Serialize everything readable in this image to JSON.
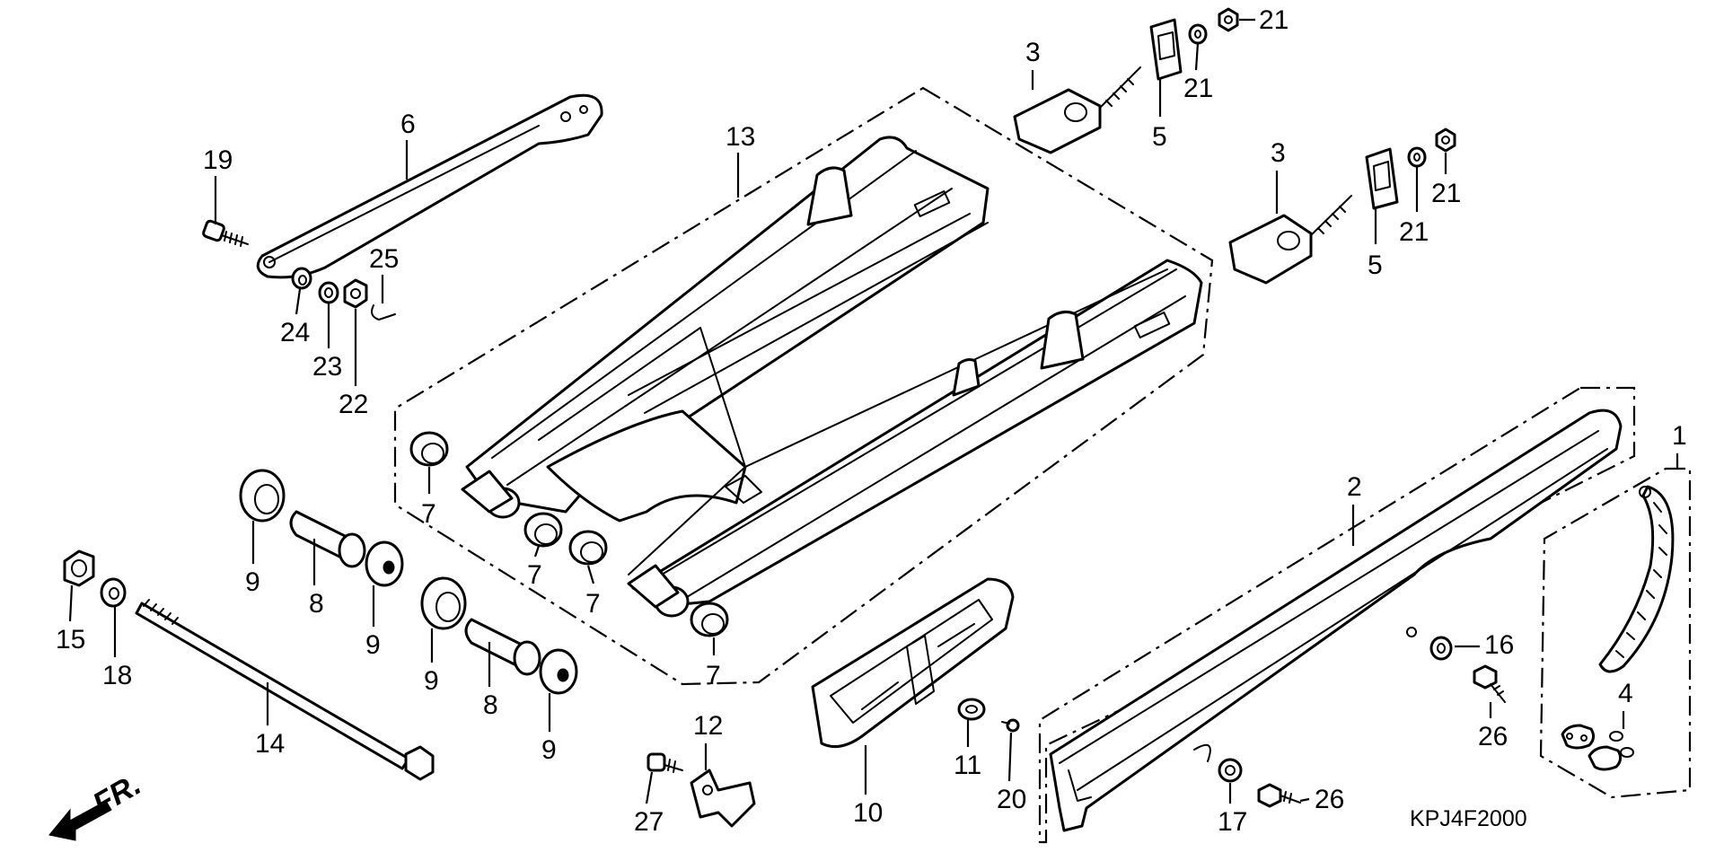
{
  "diagram": {
    "code": "KPJ4F2000",
    "direction_label": "FR.",
    "direction_icon": "front-arrow-icon",
    "callouts": [
      {
        "id": "c1",
        "label": "1"
      },
      {
        "id": "c2",
        "label": "2"
      },
      {
        "id": "c3a",
        "label": "3"
      },
      {
        "id": "c3b",
        "label": "3"
      },
      {
        "id": "c4",
        "label": "4"
      },
      {
        "id": "c5a",
        "label": "5"
      },
      {
        "id": "c5b",
        "label": "5"
      },
      {
        "id": "c6",
        "label": "6"
      },
      {
        "id": "c7a",
        "label": "7"
      },
      {
        "id": "c7b",
        "label": "7"
      },
      {
        "id": "c7c",
        "label": "7"
      },
      {
        "id": "c7d",
        "label": "7"
      },
      {
        "id": "c8a",
        "label": "8"
      },
      {
        "id": "c8b",
        "label": "8"
      },
      {
        "id": "c9a",
        "label": "9"
      },
      {
        "id": "c9b",
        "label": "9"
      },
      {
        "id": "c9c",
        "label": "9"
      },
      {
        "id": "c9d",
        "label": "9"
      },
      {
        "id": "c10",
        "label": "10"
      },
      {
        "id": "c11",
        "label": "11"
      },
      {
        "id": "c12",
        "label": "12"
      },
      {
        "id": "c13",
        "label": "13"
      },
      {
        "id": "c14",
        "label": "14"
      },
      {
        "id": "c15",
        "label": "15"
      },
      {
        "id": "c16",
        "label": "16"
      },
      {
        "id": "c17",
        "label": "17"
      },
      {
        "id": "c18",
        "label": "18"
      },
      {
        "id": "c19",
        "label": "19"
      },
      {
        "id": "c20",
        "label": "20"
      },
      {
        "id": "c21a",
        "label": "21"
      },
      {
        "id": "c21b",
        "label": "21"
      },
      {
        "id": "c21c",
        "label": "21"
      },
      {
        "id": "c21d",
        "label": "21"
      },
      {
        "id": "c22",
        "label": "22"
      },
      {
        "id": "c23",
        "label": "23"
      },
      {
        "id": "c24",
        "label": "24"
      },
      {
        "id": "c25",
        "label": "25"
      },
      {
        "id": "c26a",
        "label": "26"
      },
      {
        "id": "c26b",
        "label": "26"
      },
      {
        "id": "c27",
        "label": "27"
      }
    ]
  }
}
